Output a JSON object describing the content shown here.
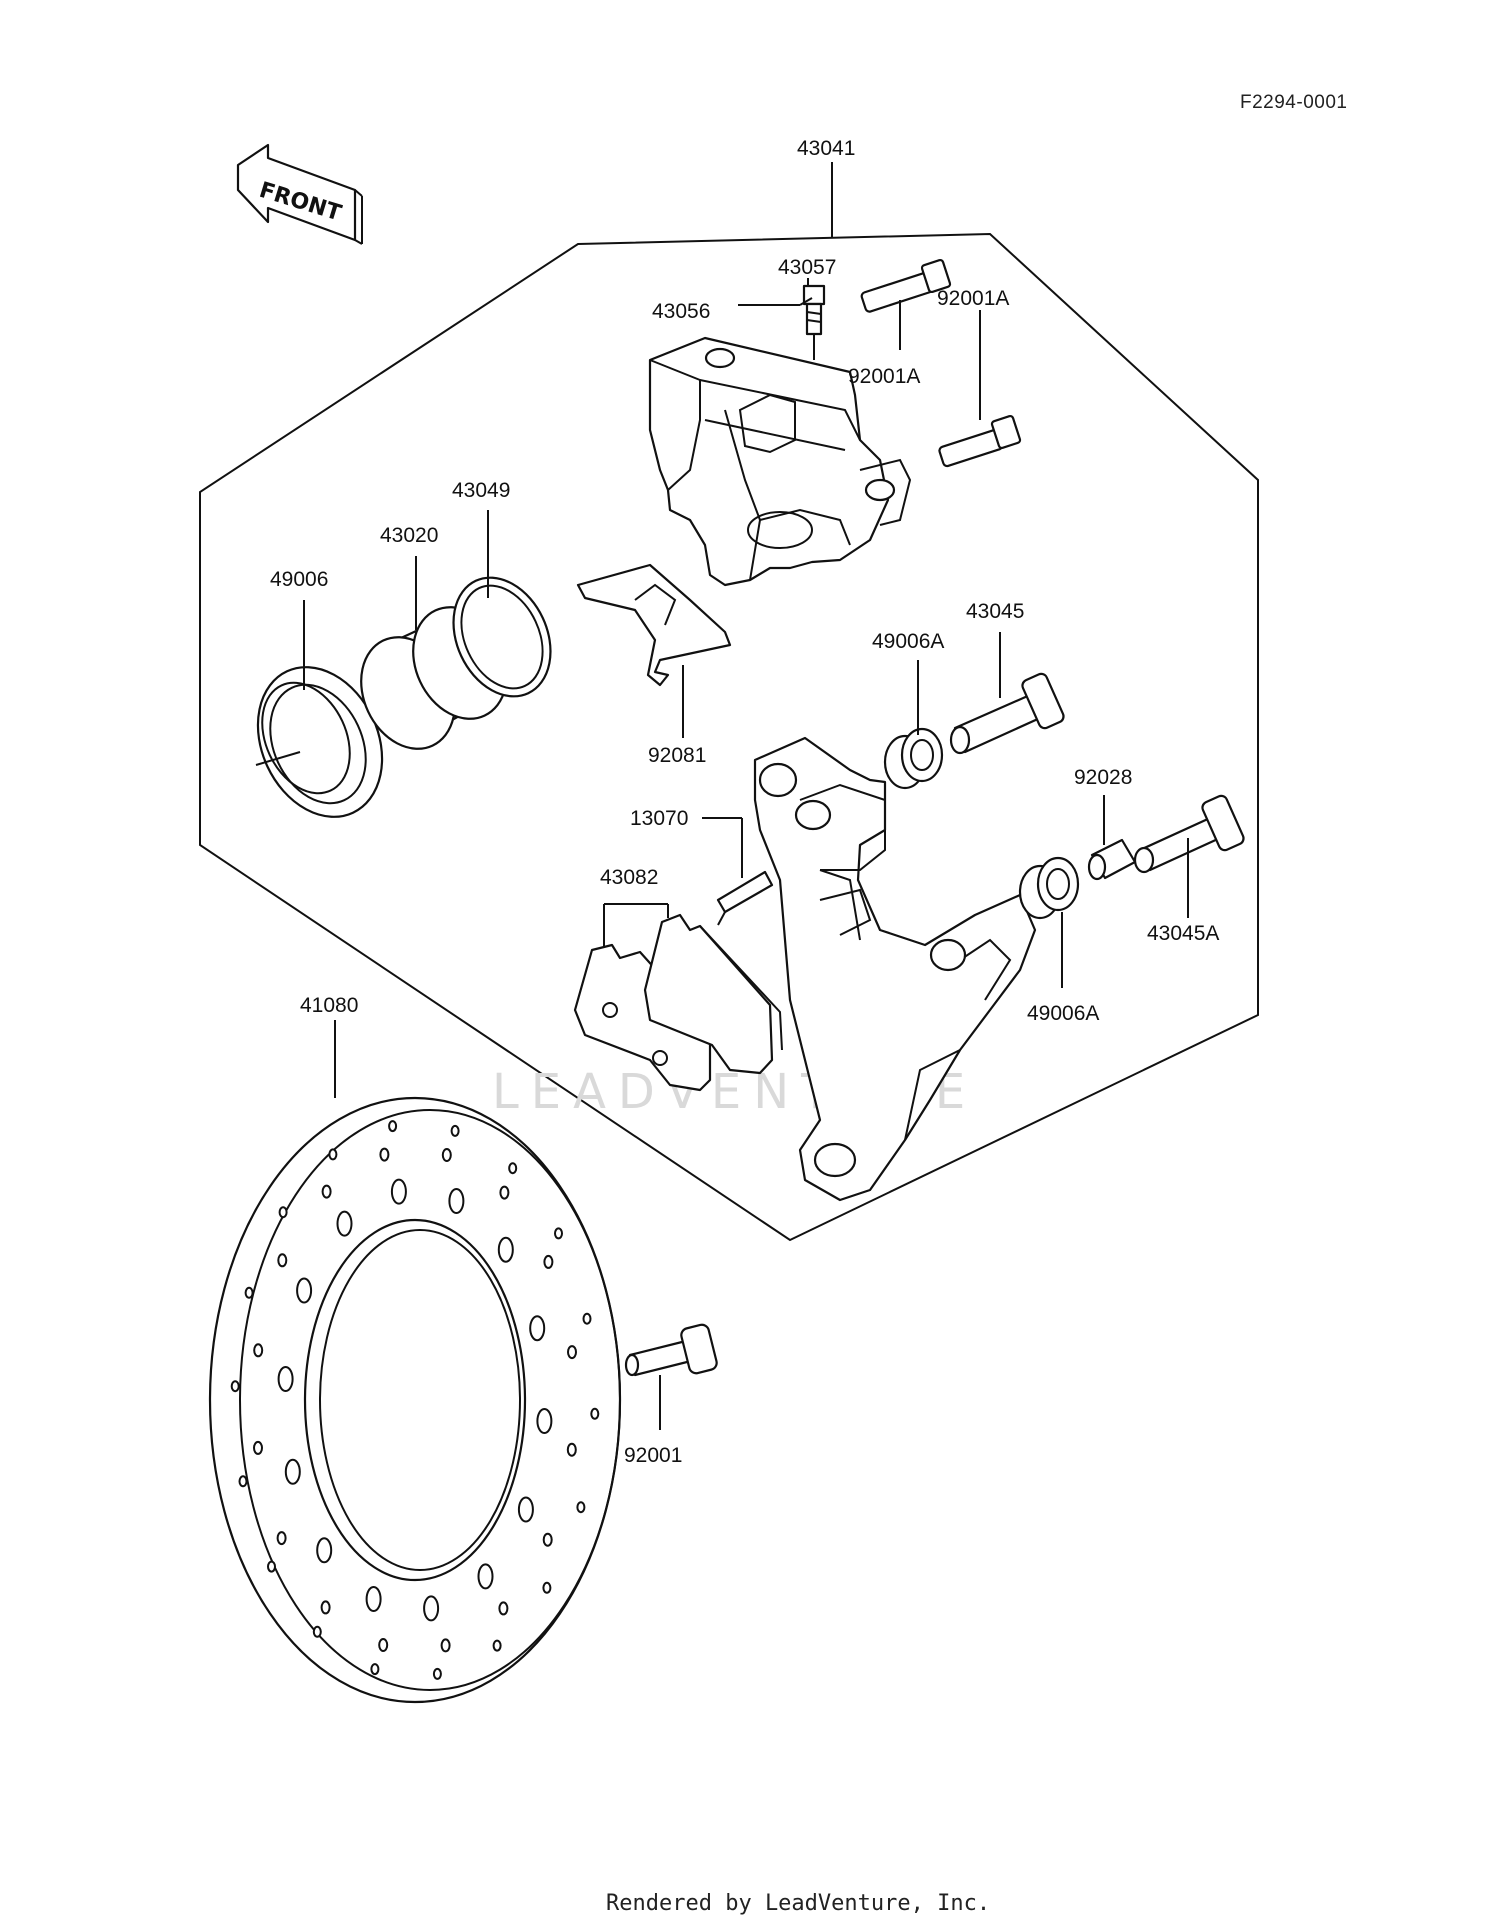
{
  "reference_code": "F2294-0001",
  "direction_label": "FRONT",
  "watermark": "LEADVENTURE",
  "footer": "Rendered by LeadVenture, Inc.",
  "parts": {
    "p43041": "43041",
    "p43057": "43057",
    "p43056": "43056",
    "p92001A_a": "92001A",
    "p92001A_b": "92001A",
    "p43049": "43049",
    "p43020": "43020",
    "p49006": "49006",
    "p92081": "92081",
    "p43045": "43045",
    "p49006A_a": "49006A",
    "p92028": "92028",
    "p13070": "13070",
    "p43082": "43082",
    "p43045A": "43045A",
    "p49006A_b": "49006A",
    "p41080": "41080",
    "p92001": "92001"
  }
}
